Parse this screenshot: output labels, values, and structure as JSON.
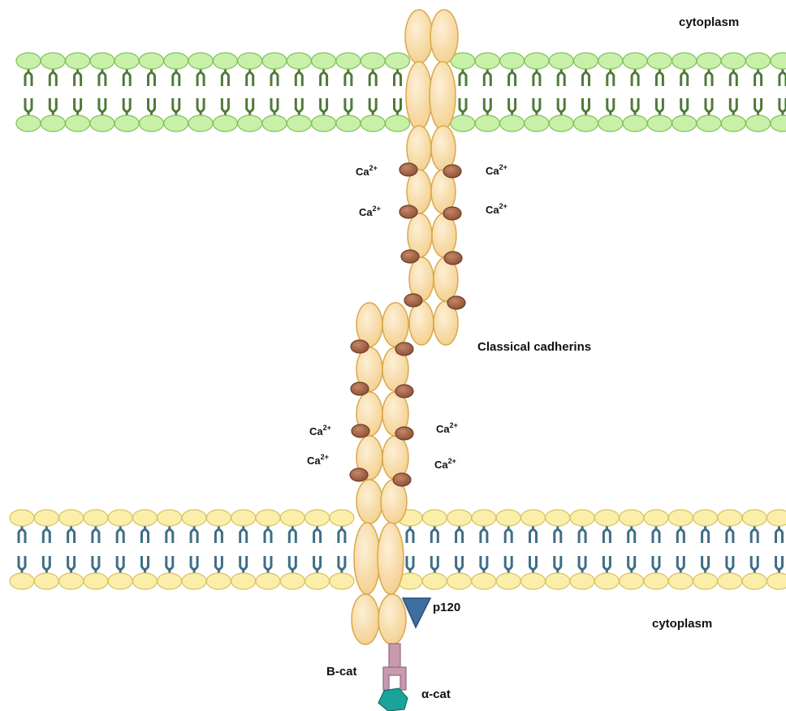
{
  "labels": {
    "cytoplasm_top": "cytoplasm",
    "cytoplasm_bottom": "cytoplasm",
    "classical_cadherins": "Classical cadherins",
    "p120": "p120",
    "b_cat": "B-cat",
    "alpha_cat": "α-cat"
  },
  "calcium_labels": [
    {
      "base": "Ca",
      "charge": "2+"
    },
    {
      "base": "Ca",
      "charge": "2+"
    },
    {
      "base": "Ca",
      "charge": "2+"
    },
    {
      "base": "Ca",
      "charge": "2+"
    },
    {
      "base": "Ca",
      "charge": "2+"
    },
    {
      "base": "Ca",
      "charge": "2+"
    },
    {
      "base": "Ca",
      "charge": "2+"
    },
    {
      "base": "Ca",
      "charge": "2+"
    }
  ],
  "colors": {
    "top_membrane_head": "#c8f0a8",
    "top_membrane_head_stroke": "#7fbf5a",
    "top_membrane_tail": "#4f7a3a",
    "bottom_membrane_head": "#fbeea8",
    "bottom_membrane_head_stroke": "#d8c060",
    "bottom_membrane_tail": "#3e6e86",
    "cadherin_fill": "#f7d9a0",
    "cadherin_stroke": "#d9a94a",
    "calcium_fill": "#a86a4c",
    "calcium_stroke": "#6e3f2a",
    "p120_fill": "#3f6ea0",
    "b_cat_fill": "#c89ab0",
    "alpha_cat_fill": "#1aa39a"
  }
}
